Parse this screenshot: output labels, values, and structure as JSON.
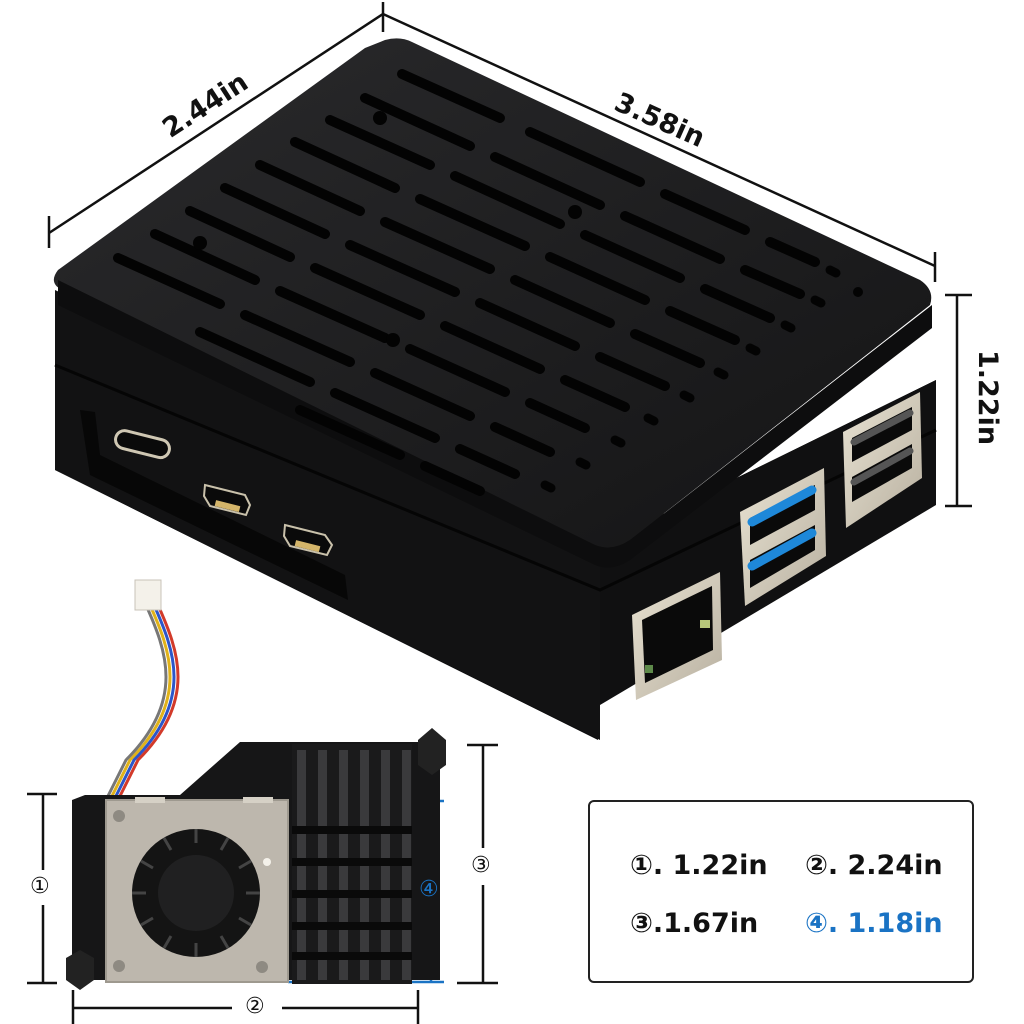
{
  "image": {
    "subject": "Black vented enclosure with cooling fan and heatsink",
    "background_color": "#ffffff"
  },
  "case_dimensions": {
    "width_label": "2.44in",
    "length_label": "3.58in",
    "height_label": "1.22in"
  },
  "case_ports": {
    "side": [
      "usb-c",
      "micro-hdmi",
      "micro-hdmi"
    ],
    "front": [
      "ethernet",
      "usb3-stacked",
      "usb2-stacked"
    ],
    "usb3_color": "#1e88d9"
  },
  "fan_dimensions": {
    "markers": {
      "m1": "①",
      "m2": "②",
      "m3": "③",
      "m4": "④"
    },
    "accent_color": "#1a73c4"
  },
  "legend": {
    "items": [
      {
        "label": "①. 1.22in",
        "color": "#111111"
      },
      {
        "label": "②. 2.24in",
        "color": "#111111"
      },
      {
        "label": "③.1.67in",
        "color": "#111111"
      },
      {
        "label": "④. 1.18in",
        "color": "#1a73c4"
      }
    ]
  }
}
